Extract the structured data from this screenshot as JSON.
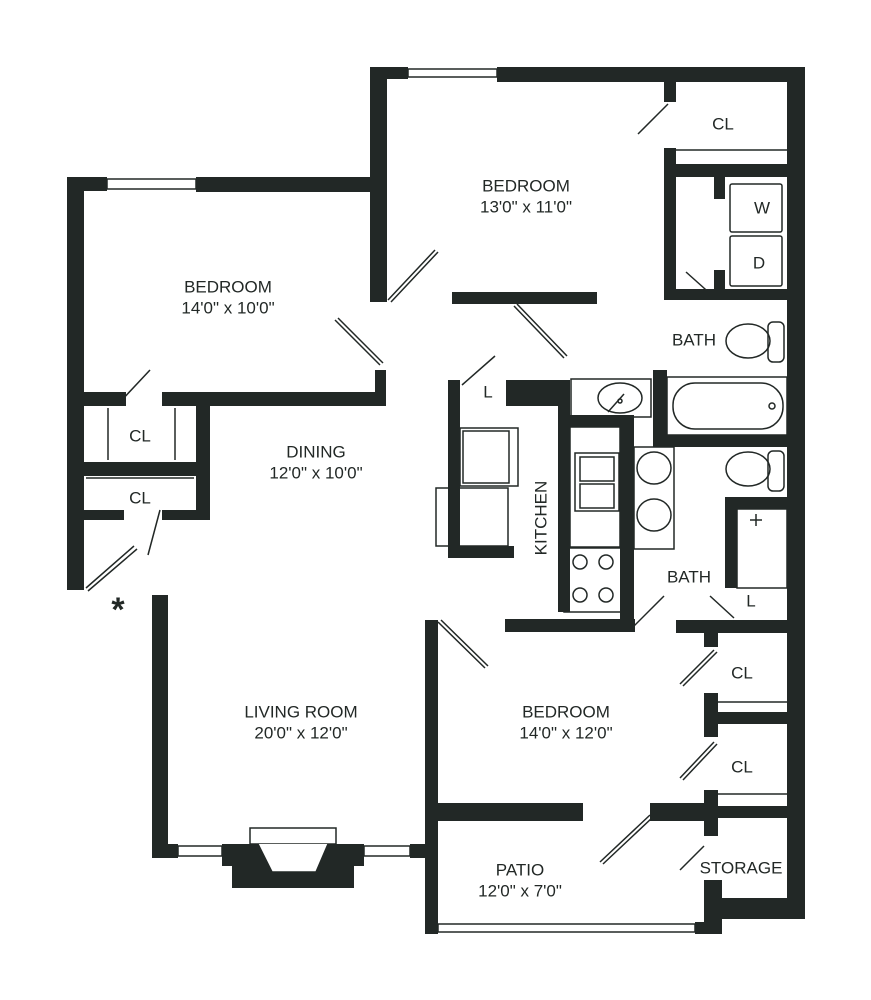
{
  "colors": {
    "wall": "#222826",
    "background": "#ffffff",
    "text": "#222826"
  },
  "rooms": {
    "bedroom_top": {
      "name": "BEDROOM",
      "dims": "13'0\" x 11'0\""
    },
    "bedroom_left": {
      "name": "BEDROOM",
      "dims": "14'0\" x 10'0\""
    },
    "dining": {
      "name": "DINING",
      "dims": "12'0\" x 10'0\""
    },
    "living": {
      "name": "LIVING ROOM",
      "dims": "20'0\" x 12'0\""
    },
    "bedroom_bottom": {
      "name": "BEDROOM",
      "dims": "14'0\" x 12'0\""
    },
    "patio": {
      "name": "PATIO",
      "dims": "12'0\" x 7'0\""
    }
  },
  "labels": {
    "cl_top": "CL",
    "washer": "W",
    "dryer": "D",
    "bath_top": "BATH",
    "linen_kitchen": "L",
    "kitchen": "KITCHEN",
    "cl_left_1": "CL",
    "cl_left_2": "CL",
    "bath_bottom": "BATH",
    "linen_bath": "L",
    "cl_right_1": "CL",
    "cl_right_2": "CL",
    "storage": "STORAGE",
    "entry_marker": "*"
  }
}
